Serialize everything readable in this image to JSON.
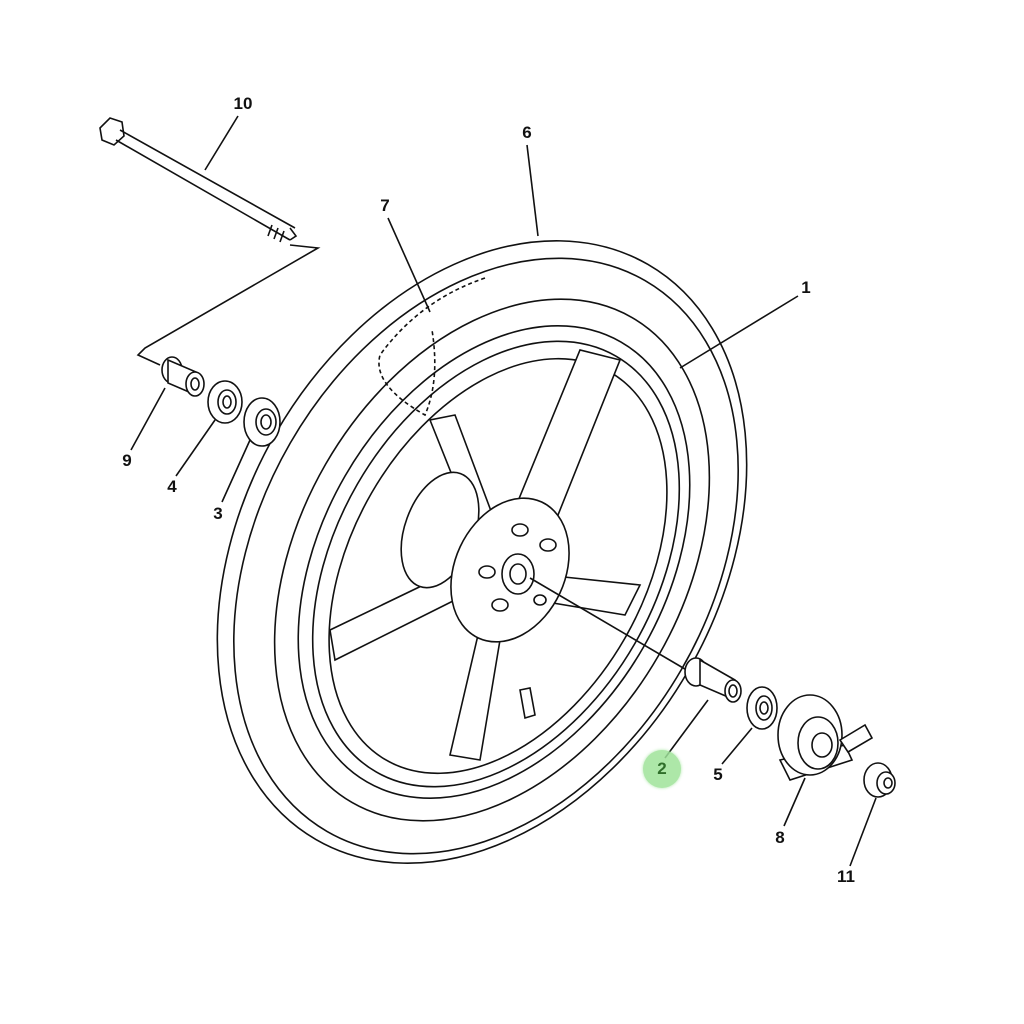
{
  "diagram": {
    "title": "Front wheel exploded parts diagram",
    "highlight_color": "#9fe39a",
    "callouts": [
      {
        "id": "1",
        "label": "1",
        "part": "wheel-rim"
      },
      {
        "id": "2",
        "label": "2",
        "part": "axle-collar",
        "highlighted": true
      },
      {
        "id": "3",
        "label": "3",
        "part": "bearing"
      },
      {
        "id": "4",
        "label": "4",
        "part": "bearing"
      },
      {
        "id": "5",
        "label": "5",
        "part": "bearing"
      },
      {
        "id": "6",
        "label": "6",
        "part": "tire"
      },
      {
        "id": "7",
        "label": "7",
        "part": "tube"
      },
      {
        "id": "8",
        "label": "8",
        "part": "speedometer-gear-unit"
      },
      {
        "id": "9",
        "label": "9",
        "part": "collar"
      },
      {
        "id": "10",
        "label": "10",
        "part": "axle-bolt"
      },
      {
        "id": "11",
        "label": "11",
        "part": "nut"
      }
    ]
  }
}
